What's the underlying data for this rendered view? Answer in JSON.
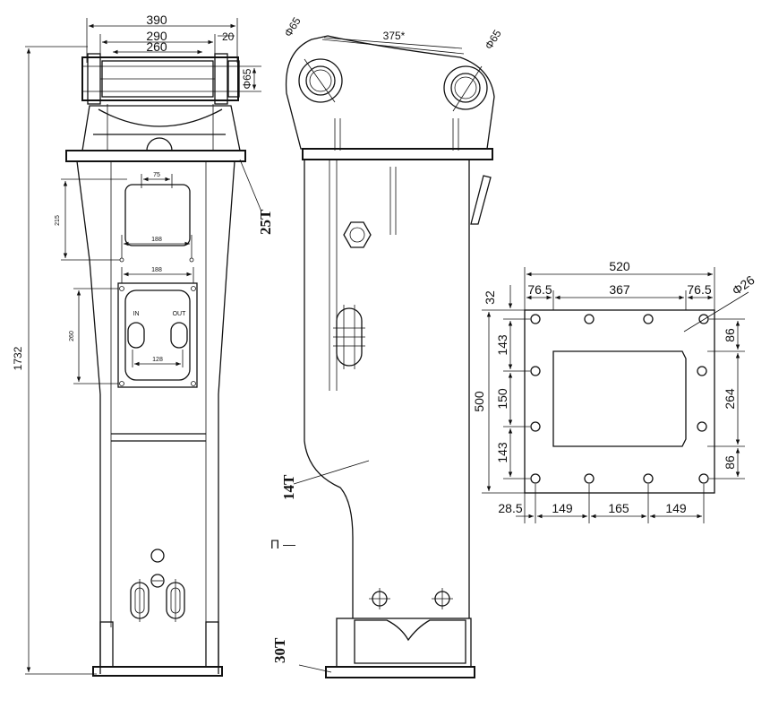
{
  "side_view": {
    "overall_height": "1732",
    "top_width": "390",
    "inner_width": "290",
    "pin_length": "260",
    "collar": "20",
    "pin_dia": "Φ65",
    "upper_width": "75",
    "upper_height": "215",
    "upper_bolt_span": "188",
    "port_plate_width": "188",
    "port_plate_height": "260",
    "port_span": "128",
    "port_in_label": "IN",
    "port_out_label": "OUT",
    "plate_top": "25T",
    "plate_bottom": "30T"
  },
  "front_view": {
    "pin_span": "375*",
    "pin_dia_left": "Φ65",
    "pin_dia_right": "Φ65",
    "body_plate": "14T",
    "stray_marks": "Π  —"
  },
  "mount_plate": {
    "overall_width": "520",
    "edge_left": "76.5",
    "middle": "367",
    "edge_right": "76.5",
    "hole_dia": "Φ26",
    "height": "500",
    "top_offset": "32",
    "left_v1": "143",
    "left_v2": "150",
    "left_v3": "143",
    "right_v1": "86",
    "right_v2": "264",
    "right_v3": "86",
    "bottom_first": "28.5",
    "bottom_s1": "149",
    "bottom_s2": "165",
    "bottom_s3": "149"
  }
}
